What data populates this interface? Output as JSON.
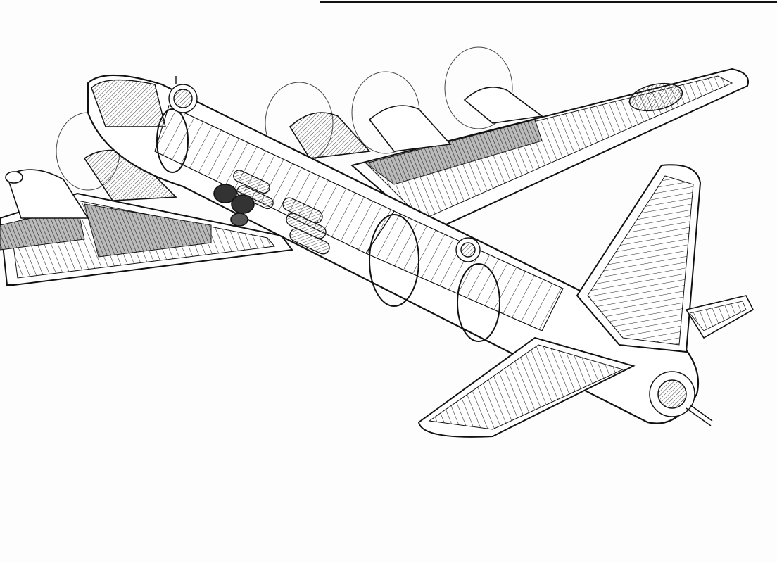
{
  "image": {
    "kind": "technical-cutaway-illustration",
    "style": "black ink line drawing on white paper",
    "subject_parts": [
      "four-engine-aircraft",
      "fuselage-cutaway",
      "port-wing",
      "starboard-wing",
      "vertical-tail-fin",
      "horizontal-stabilizer",
      "nose-gun-turret",
      "dorsal-gun-turret",
      "tail-gun-turret",
      "bomb-bay",
      "main-landing-gear",
      "national-insignia-roundel"
    ]
  },
  "colors": {
    "paper": "#fdfdfd",
    "ink": "#111111",
    "shade": "#7a7a7a",
    "roundel": "#555555"
  }
}
